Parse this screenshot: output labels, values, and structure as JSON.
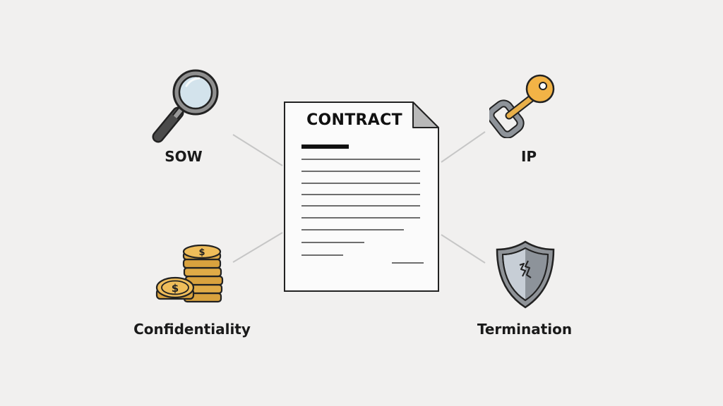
{
  "diagram": {
    "center": {
      "title": "CONTRACT",
      "icon": "document-icon"
    },
    "nodes": [
      {
        "id": "sow",
        "label": "SOW",
        "icon": "magnifying-glass-icon",
        "position": "top-left"
      },
      {
        "id": "ip",
        "label": "IP",
        "icon": "key-chain-link-icon",
        "position": "top-right"
      },
      {
        "id": "confidentiality",
        "label": "Confidentiality",
        "icon": "coin-stack-icon",
        "position": "bottom-left"
      },
      {
        "id": "termination",
        "label": "Termination",
        "icon": "cracked-shield-icon",
        "position": "bottom-right"
      }
    ],
    "colors": {
      "background": "#f1f0ef",
      "connector": "#c4c4c4",
      "outline": "#222222",
      "gold": "#e9b04a",
      "key": "#f2b346",
      "steel": "#8e9399",
      "lens": "#cfe0ea"
    }
  }
}
